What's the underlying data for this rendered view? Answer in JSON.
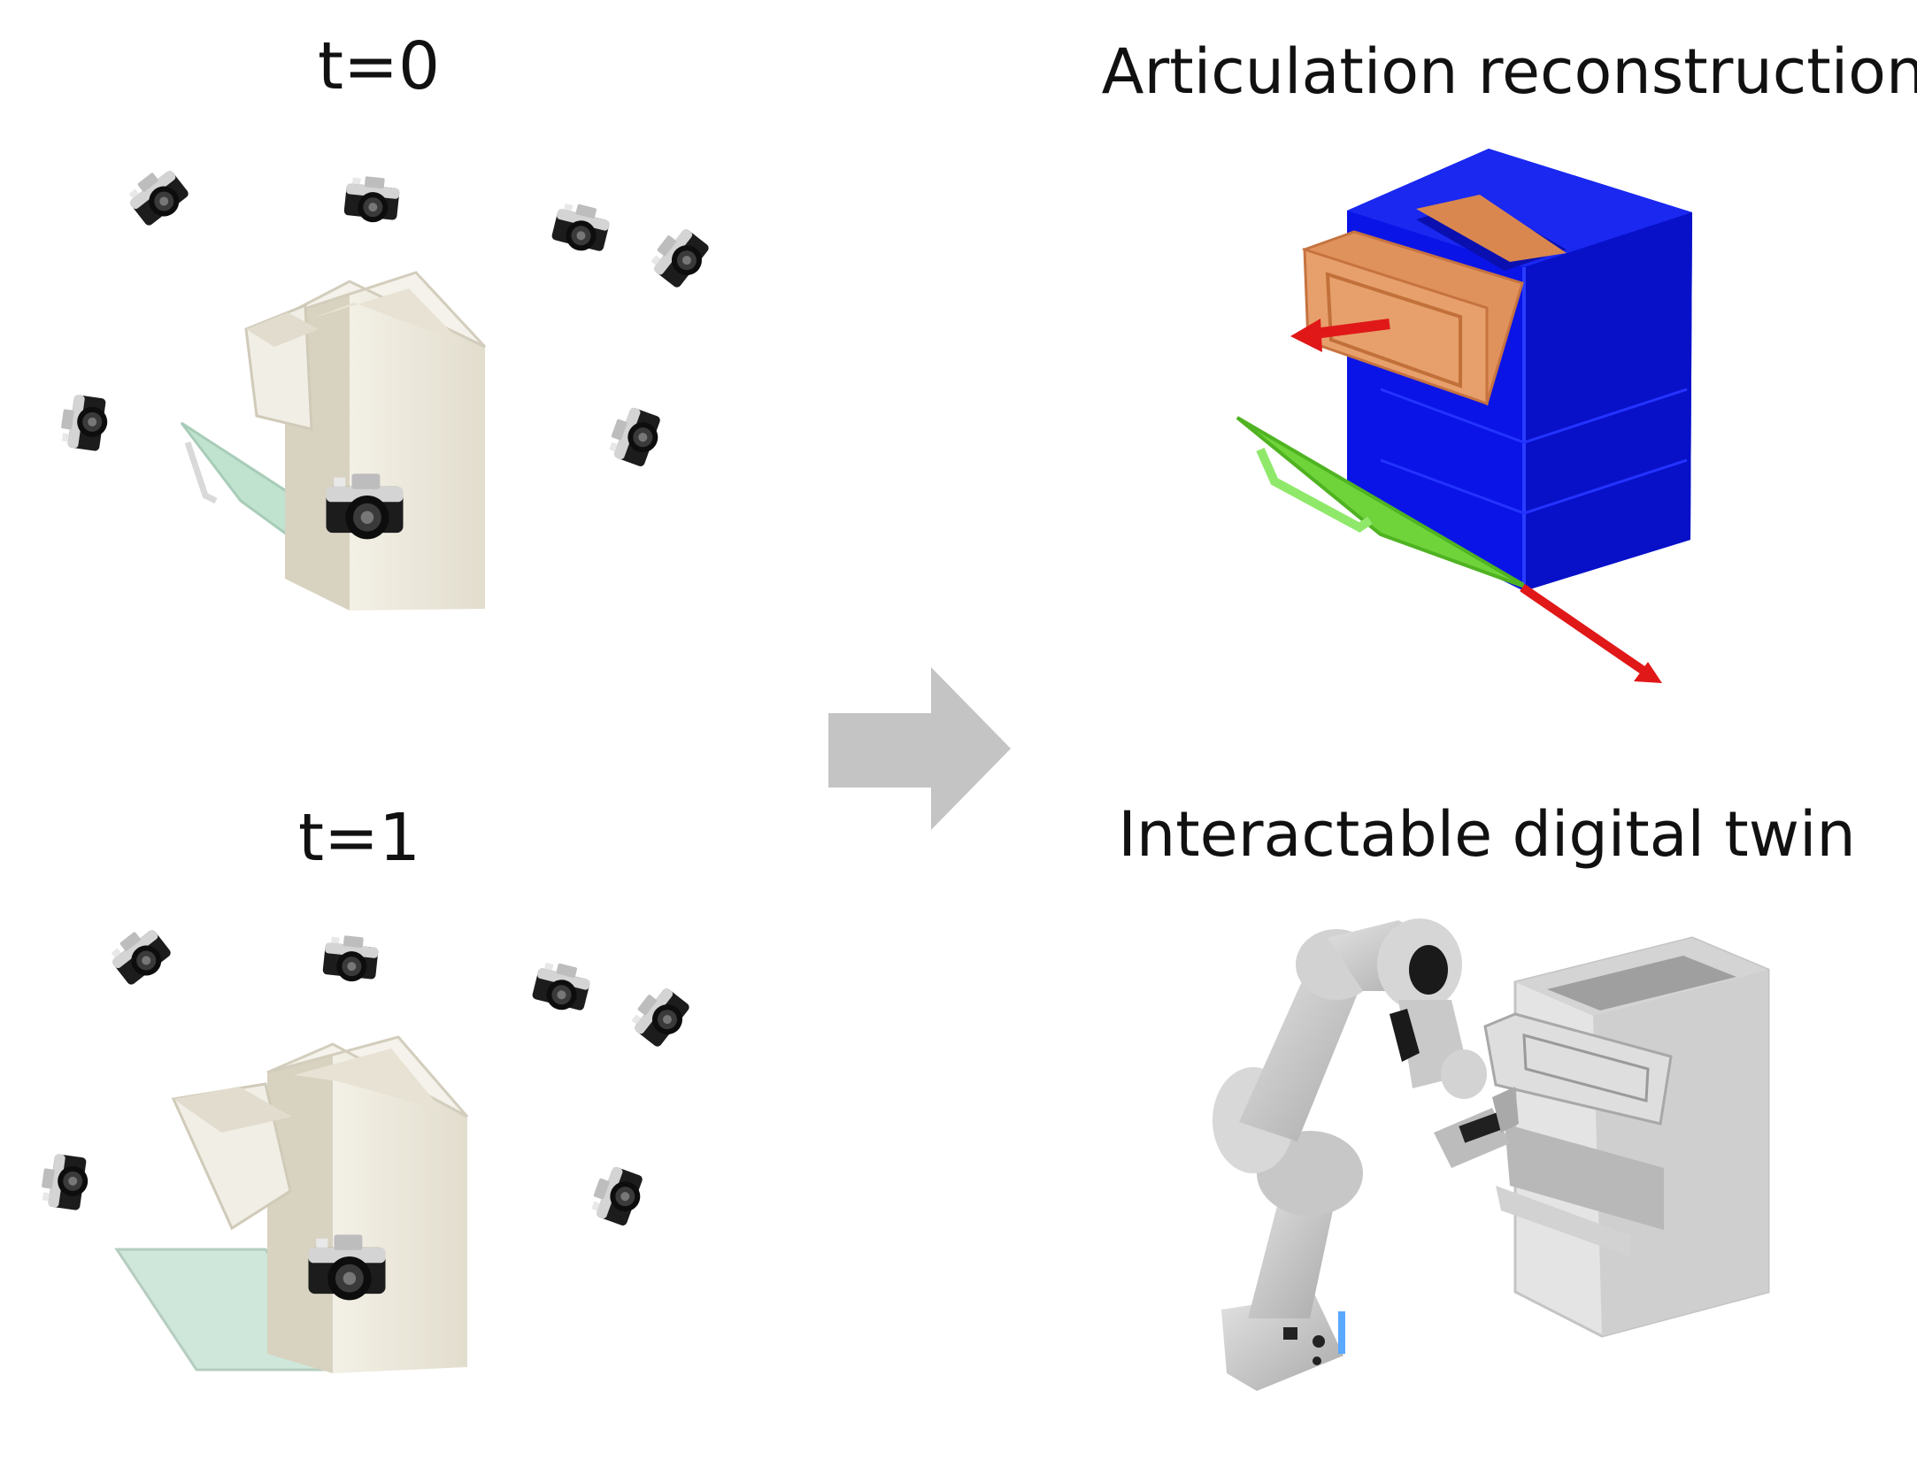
{
  "labels": {
    "t0": "t=0",
    "t1": "t=1",
    "articulation": "Articulation reconstruction",
    "digital_twin": "Interactable digital twin"
  },
  "colors": {
    "background": "#ffffff",
    "flow_arrow": "#c4c4c4",
    "cabinet_body_scan": "#0a14e6",
    "drawer_part": "#e0925c",
    "door_part": "#6fd33a",
    "joint_axis": "#e01818",
    "cabinet_render": "#ece8dc",
    "robot_arm": "#c9c9c9",
    "camera_body": "#1c1c1c"
  },
  "icons": [
    "camera-icon",
    "flow-arrow-icon",
    "robot-arm-icon",
    "cabinet-icon"
  ]
}
